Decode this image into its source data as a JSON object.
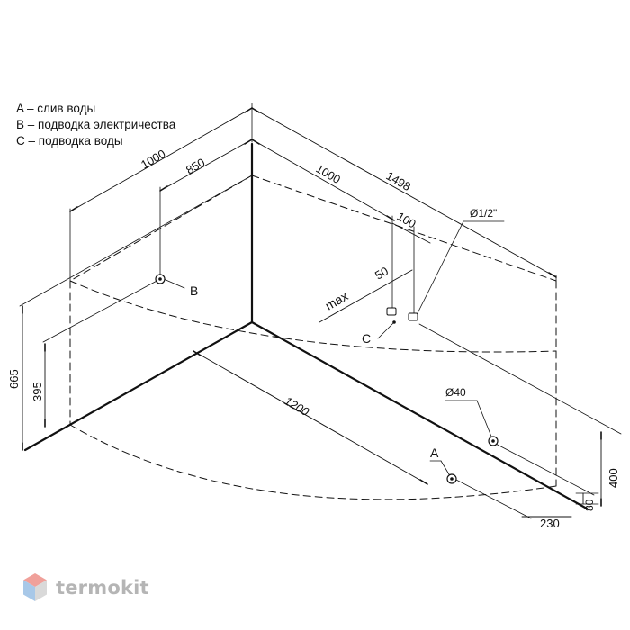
{
  "legend": [
    {
      "text": "A – слив воды"
    },
    {
      "text": "B – подводка электричества"
    },
    {
      "text": "C – подводка воды"
    }
  ],
  "labels": {
    "point_a": "A",
    "point_b": "B",
    "point_c": "C"
  },
  "dimensions": {
    "d1000_left": "1000",
    "d850": "850",
    "d1000_right": "1000",
    "d1498": "1498",
    "d100": "100",
    "d50": "50",
    "max": "max",
    "thread": "Ø1/2\"",
    "d1200": "1200",
    "d665": "665",
    "d395": "395",
    "drain_dia": "Ø40",
    "d400": "400",
    "d80": "80",
    "d230": "230"
  },
  "logo": {
    "text": "termokit",
    "icon": "hexagon-cube-icon",
    "colors": [
      "#f0a09a",
      "#a8c8e8",
      "#d9d9d9"
    ]
  }
}
